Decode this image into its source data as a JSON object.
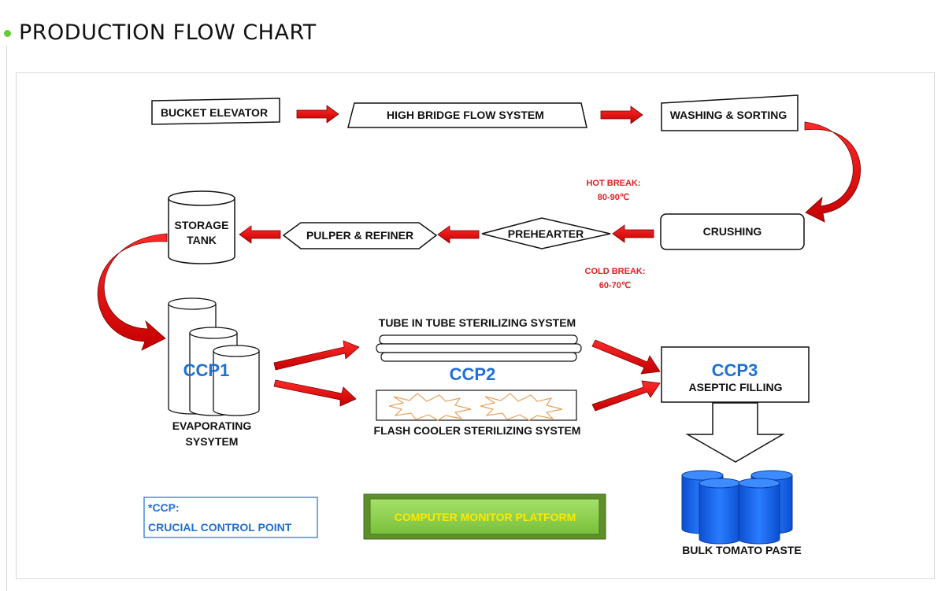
{
  "page": {
    "title": "PRODUCTION FLOW CHART"
  },
  "steps": {
    "bucket_elevator": "BUCKET ELEVATOR",
    "high_bridge": "HIGH BRIDGE FLOW SYSTEM",
    "washing": "WASHING & SORTING",
    "crushing": "CRUSHING",
    "prehearter": "PREHEARTER",
    "pulper": "PULPER & REFINER",
    "storage_line1": "STORAGE",
    "storage_line2": "TANK",
    "evaporating_line1": "EVAPORATING",
    "evaporating_line2": "SYSYTEM",
    "tube_in_tube": "TUBE IN TUBE STERILIZING SYSTEM",
    "flash_cooler": "FLASH COOLER STERILIZING SYSTEM",
    "aseptic": "ASEPTIC FILLING",
    "bulk": "BULK TOMATO PASTE"
  },
  "breaks": {
    "hot_label": "HOT BREAK:",
    "hot_temp": "80-90℃",
    "cold_label": "COLD BREAK:",
    "cold_temp": "60-70℃"
  },
  "ccp": {
    "ccp1": "CCP1",
    "ccp2": "CCP2",
    "ccp3": "CCP3"
  },
  "legend": {
    "line1": "*CCP:",
    "line2": "CRUCIAL CONTROL POINT"
  },
  "monitor": {
    "label": "COMPUTER MONITOR PLATFORM"
  },
  "colors": {
    "arrow": "#e8141b",
    "ccp_blue": "#1f6fd6",
    "drum_blue": "#1565e8",
    "monitor_green": "#8fd14f",
    "bullet_green": "#66cc33"
  }
}
